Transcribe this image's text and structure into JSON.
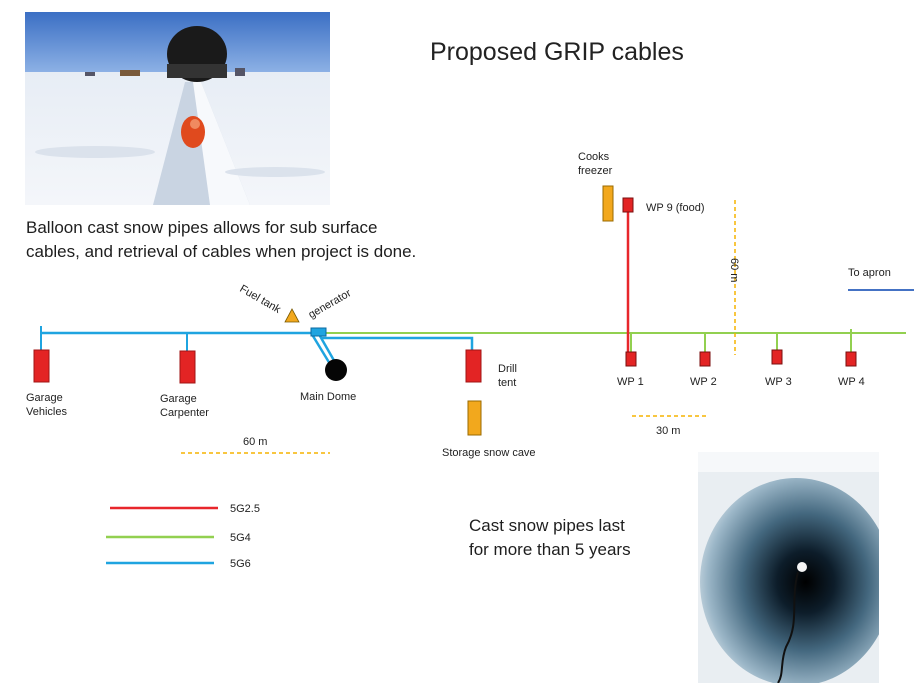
{
  "title": "Proposed GRIP cables",
  "caption_top": {
    "line1": "Balloon cast snow pipes allows for sub surface",
    "line2": "cables, and retrieval of cables when project is done."
  },
  "caption_bottom": {
    "line1": "Cast snow pipes last",
    "line2": "for more than 5 years"
  },
  "labels": {
    "fuel_tank": "Fuel tank",
    "generator": "generator",
    "garage_vehicles_1": "Garage",
    "garage_vehicles_2": "Vehicles",
    "garage_carpenter_1": "Garage",
    "garage_carpenter_2": "Carpenter",
    "main_dome": "Main Dome",
    "drill_tent_1": "Drill",
    "drill_tent_2": "tent",
    "storage": "Storage snow cave",
    "cooks_1": "Cooks",
    "cooks_2": "freezer",
    "wp9": "WP 9 (food)",
    "wp1": "WP 1",
    "wp2": "WP 2",
    "wp3": "WP 3",
    "wp4": "WP 4",
    "to_apron": "To apron",
    "dist_60m_vertical": "60 m",
    "dist_60m": "60 m",
    "dist_30m": "30 m"
  },
  "legend": [
    {
      "label": "5G2.5",
      "color": "#e8262b"
    },
    {
      "label": "5G4",
      "color": "#92d050"
    },
    {
      "label": "5G6",
      "color": "#1fa4e0"
    }
  ],
  "colors": {
    "cable_5g25": "#e8262b",
    "cable_5g4": "#92d050",
    "cable_5g6": "#1fa4e0",
    "building_red": "#e32424",
    "building_orange": "#f2a81d",
    "dashed": "#f5b400",
    "apron": "#4472c4"
  }
}
